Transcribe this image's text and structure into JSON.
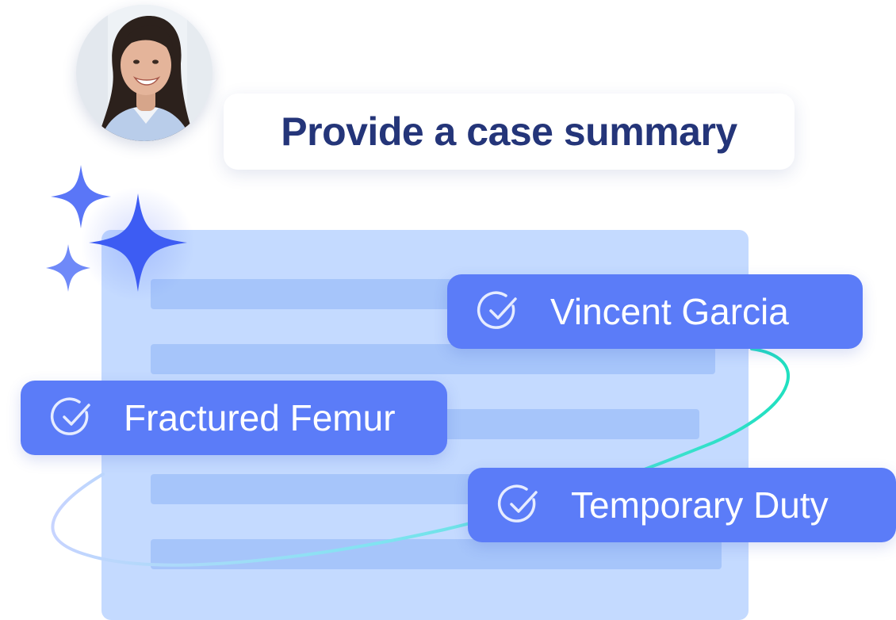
{
  "prompt": {
    "text": "Provide a case summary"
  },
  "tags": [
    {
      "label": "Vincent Garcia",
      "icon": "check-circle-icon"
    },
    {
      "label": "Fractured Femur",
      "icon": "check-circle-icon"
    },
    {
      "label": "Temporary Duty",
      "icon": "check-circle-icon"
    }
  ],
  "colors": {
    "prompt_text": "#243579",
    "chip_background": "#5b7cf8",
    "document_background": "#c4daff",
    "document_lines": "#a6c5fa",
    "sparkle": "#4f6ef7",
    "ribbon_accent": "#2fe0c8"
  },
  "icons": {
    "avatar": "user-avatar-photo",
    "sparkles": "sparkle-icon",
    "tag_check": "check-circle-icon"
  }
}
